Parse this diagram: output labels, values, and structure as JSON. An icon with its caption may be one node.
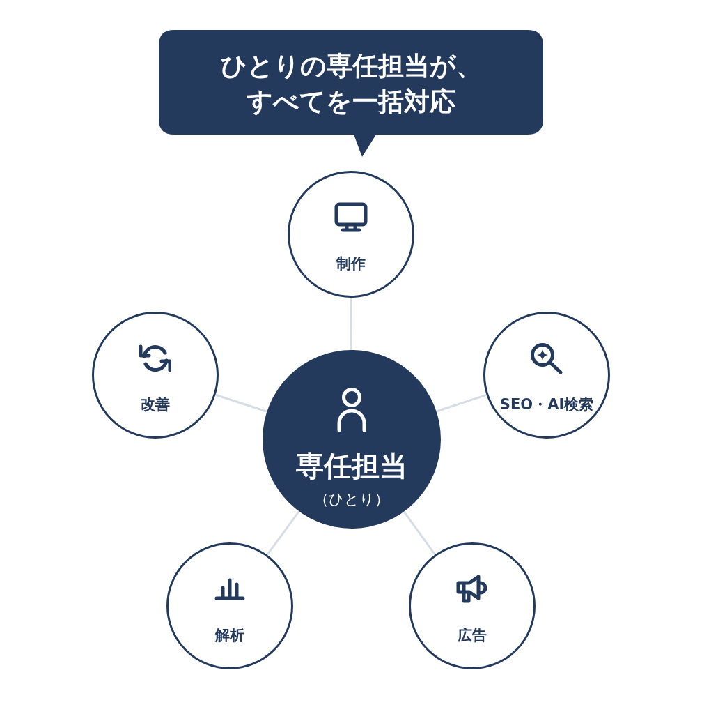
{
  "diagram": {
    "nodes": [
      {
        "text": [
          "ひとりの専任担当が、すべてを一括対応"
        ]
      },
      {
        "text": [
          "制作"
        ]
      },
      {
        "text": [
          "改善"
        ]
      },
      {
        "text": [
          "SEO・AI検索"
        ]
      },
      {
        "text": [
          "専任担当",
          "（ひとり）"
        ]
      },
      {
        "text": [
          "解析"
        ]
      },
      {
        "text": [
          "広告"
        ]
      }
    ],
    "edges": [
      {
        "from": 4,
        "to": 1,
        "arrow": "none"
      },
      {
        "from": 4,
        "to": 2,
        "arrow": "none"
      },
      {
        "from": 4,
        "to": 3,
        "arrow": "none"
      },
      {
        "from": 4,
        "to": 5,
        "arrow": "none"
      },
      {
        "from": 4,
        "to": 6,
        "arrow": "none"
      }
    ]
  }
}
